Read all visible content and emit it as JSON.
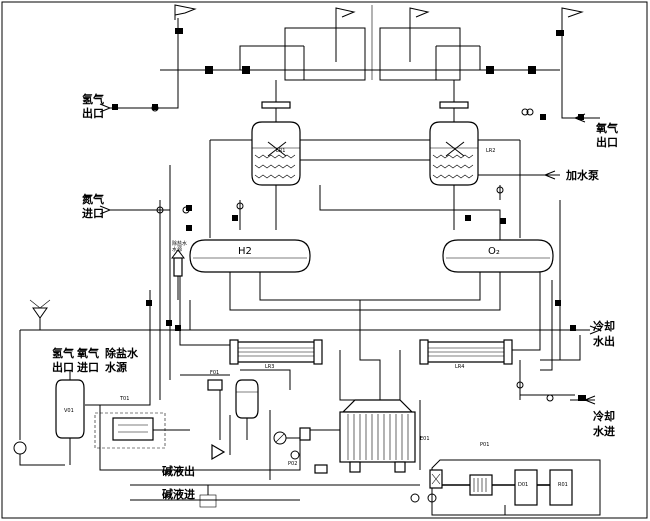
{
  "labels": {
    "hydrogen_out": [
      "氢气",
      "出口"
    ],
    "oxygen_out": [
      "氧气",
      "出口"
    ],
    "nitrogen_in": [
      "氮气",
      "进口"
    ],
    "water_pump": "加水泵",
    "cooling_water_out": [
      "冷却",
      "水出"
    ],
    "cooling_water_in": [
      "冷却",
      "水进"
    ],
    "demin_water": [
      "除盐水",
      "水源"
    ],
    "bottom_h2_out": [
      "氢气",
      "出口"
    ],
    "bottom_o2_in": [
      "氧气",
      "进口"
    ],
    "demin_water_source": [
      "除盐水",
      "水源"
    ],
    "alkali_out": "碱液出",
    "alkali_in": "碱液进"
  },
  "vessel_labels": {
    "h2_separator": "H2",
    "o2_separator": "O₂"
  }
}
